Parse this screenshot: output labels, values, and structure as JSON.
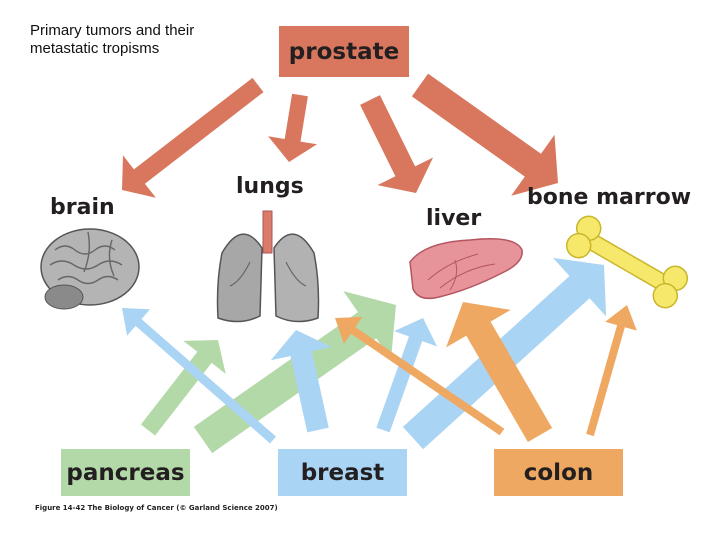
{
  "note": "Primary tumors and their metastatic tropisms",
  "primary": {
    "prostate": "prostate",
    "pancreas": "pancreas",
    "breast": "breast",
    "colon": "colon"
  },
  "organs": {
    "brain": "brain",
    "lungs": "lungs",
    "liver": "liver",
    "bone_marrow": "bone marrow"
  },
  "caption": "Figure 14-42 The Biology of Cancer (© Garland Science 2007)",
  "colors": {
    "prostate": "#d8775e",
    "pancreas": "#b4d9a9",
    "breast": "#a9d4f3",
    "colon": "#efa861"
  }
}
